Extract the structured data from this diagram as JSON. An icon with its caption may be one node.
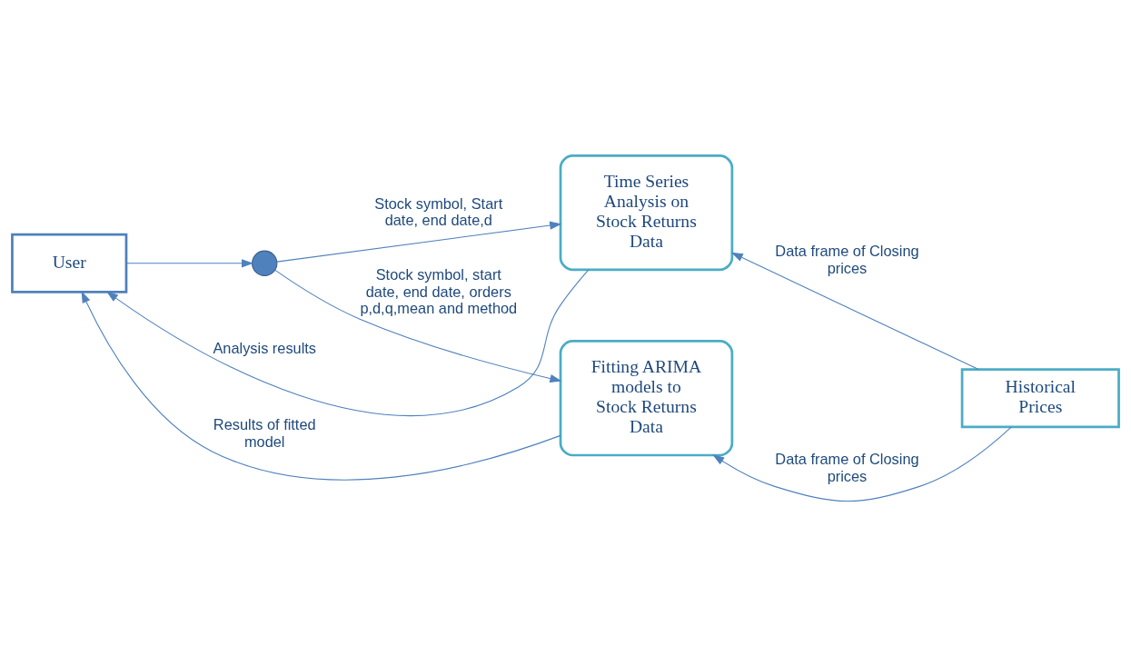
{
  "diagram": {
    "nodes": [
      {
        "text": [
          "User"
        ]
      },
      {
        "text": [],
        "shape": "circle"
      },
      {
        "text": [
          "Time Series Analysis on Stock Returns Data"
        ]
      },
      {
        "text": [
          "Fitting ARIMA models to Stock Returns Data"
        ]
      },
      {
        "text": [
          "Historical Prices"
        ]
      }
    ],
    "edges": [
      {
        "from": 2,
        "to": 0,
        "arrow": "to",
        "label": "Analysis results"
      },
      {
        "from": 0,
        "to": 1,
        "arrow": "to"
      },
      {
        "from": 1,
        "to": 2,
        "arrow": "to",
        "label": "Stock symbol, Start date, end date,d"
      },
      {
        "from": 1,
        "to": 3,
        "arrow": "to",
        "label": "Stock symbol, start date, end date, orders p,d,q,mean and method"
      },
      {
        "from": 4,
        "to": 2,
        "arrow": "to",
        "label": "Data frame of Closing prices"
      },
      {
        "from": 4,
        "to": 3,
        "arrow": "to",
        "label": "Data frame of Closing prices"
      },
      {
        "from": 3,
        "to": 0,
        "arrow": "to",
        "label": "Results of fitted model"
      }
    ]
  }
}
